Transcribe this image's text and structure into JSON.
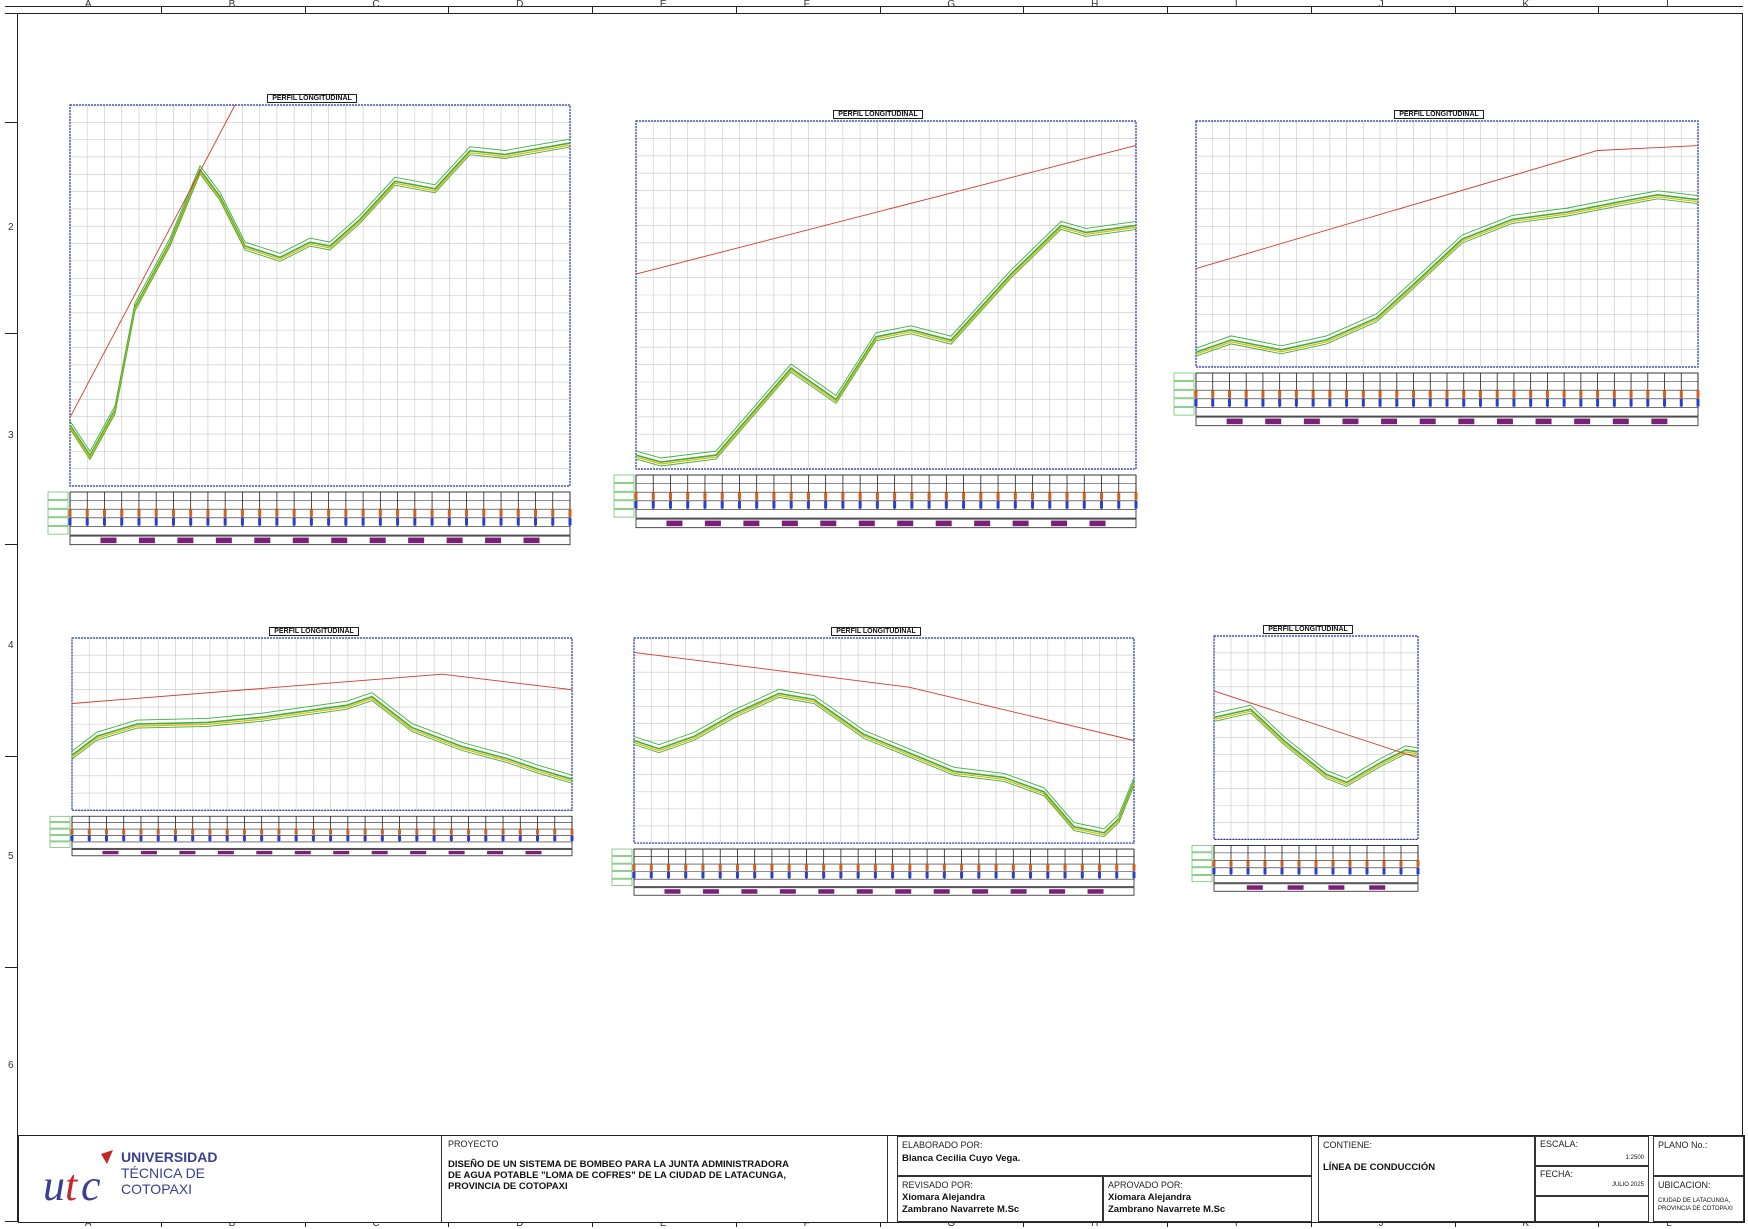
{
  "sheet": {
    "columns": [
      "A",
      "B",
      "C",
      "D",
      "E",
      "F",
      "G",
      "H",
      "I",
      "J",
      "K",
      "L"
    ],
    "rows": [
      "2",
      "3",
      "4",
      "5",
      "6"
    ]
  },
  "profiles": [
    {
      "title": "PERFIL LONGITUDINAL"
    },
    {
      "title": "PERFIL LONGITUDINAL"
    },
    {
      "title": "PERFIL LONGITUDINAL"
    },
    {
      "title": "PERFIL LONGITUDINAL"
    },
    {
      "title": "PERFIL LONGITUDINAL"
    },
    {
      "title": "PERFIL LONGITUDINAL"
    }
  ],
  "colors": {
    "terrain": "#3fb03f",
    "pipe": "#e8b400",
    "hydraulic": "#d23a2a",
    "grid": "#c8c8c8",
    "axis": "#2233aa",
    "band": "#7a1f7a"
  },
  "title_block": {
    "logo": {
      "acronym": "utc",
      "line1": "UNIVERSIDAD",
      "line2": "TÉCNICA DE",
      "line3": "COTOPAXI"
    },
    "proyecto_label": "PROYECTO",
    "proyecto_line1": "DISEÑO DE UN SISTEMA DE BOMBEO PARA LA JUNTA ADMINISTRADORA",
    "proyecto_line2": "DE AGUA POTABLE  \"LOMA DE COFRES\" DE LA CIUDAD DE LATACUNGA,",
    "proyecto_line3": "PROVINCIA DE COTOPAXI",
    "elaborado_label": "ELABORADO POR:",
    "elaborado_value": "Blanca Cecilia Cuyo Vega.",
    "revisado_label": "REVISADO POR:",
    "revisado_line1": "Xiomara Alejandra",
    "revisado_line2": "Zambrano Navarrete M.Sc",
    "aprobado_label": "APROVADO POR:",
    "aprobado_line1": "Xiomara Alejandra",
    "aprobado_line2": "Zambrano Navarrete M.Sc",
    "contiene_label": "CONTIENE:",
    "contiene_value": "LÍNEA DE CONDUCCIÓN",
    "escala_label": "ESCALA:",
    "escala_value": "1:2500",
    "fecha_label": "FECHA:",
    "fecha_value": "JULIO 2025",
    "plano_label": "PLANO No.:",
    "ubicacion_label": "UBICACION:",
    "ubicacion_line1": "CIUDAD DE LATACUNGA,",
    "ubicacion_line2": "PROVINCIA DE COTOPAXI"
  }
}
